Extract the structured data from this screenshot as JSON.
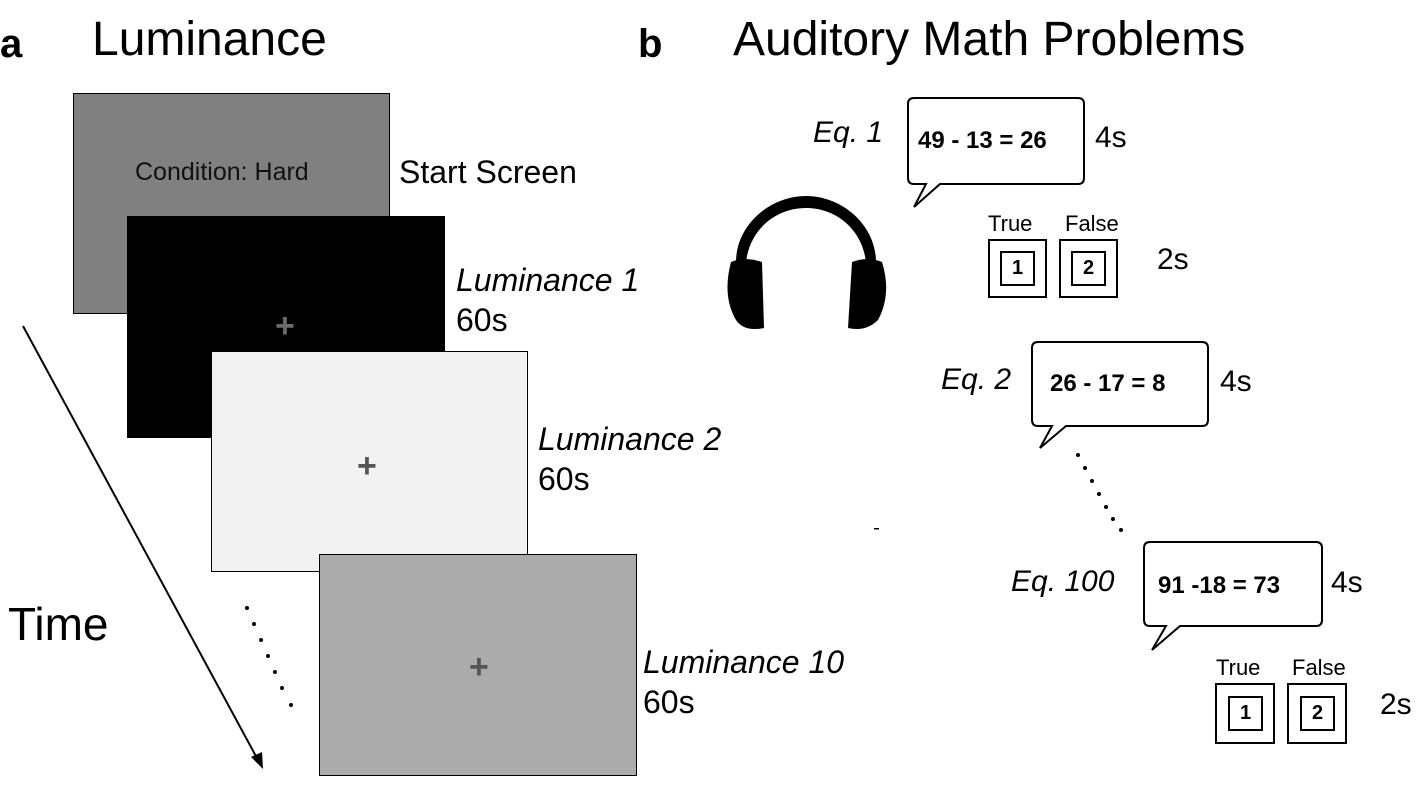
{
  "panel_a": {
    "letter": "a",
    "title": "Luminance",
    "time_label": "Time",
    "screens": [
      {
        "id": "start",
        "fill": "#808080",
        "text": "Condition: Hard",
        "side_label": "Start Screen"
      },
      {
        "id": "lum1",
        "fill": "#000000",
        "cross": "+",
        "cross_color": "#6b6b6b",
        "label": "Luminance 1",
        "duration": "60s"
      },
      {
        "id": "lum2",
        "fill": "#f2f2f2",
        "cross": "+",
        "cross_color": "#555555",
        "label": "Luminance 2",
        "duration": "60s"
      },
      {
        "id": "lum10",
        "fill": "#ababab",
        "cross": "+",
        "cross_color": "#555555",
        "label": "Luminance 10",
        "duration": "60s"
      }
    ]
  },
  "panel_b": {
    "letter": "b",
    "title": "Auditory Math Problems",
    "equations": [
      {
        "label": "Eq. 1",
        "text": "49 - 13 = 26",
        "duration": "4s"
      },
      {
        "label": "Eq. 2",
        "text": "26 - 17 = 8",
        "duration": "4s"
      },
      {
        "label": "Eq. 100",
        "text": "91 -18 = 73",
        "duration": "4s"
      }
    ],
    "responses": [
      {
        "true_label": "True",
        "false_label": "False",
        "true_key": "1",
        "false_key": "2",
        "duration": "2s"
      },
      {
        "true_label": "True",
        "false_label": "False",
        "true_key": "1",
        "false_key": "2",
        "duration": "2s"
      }
    ],
    "icon": "headphones-icon"
  }
}
